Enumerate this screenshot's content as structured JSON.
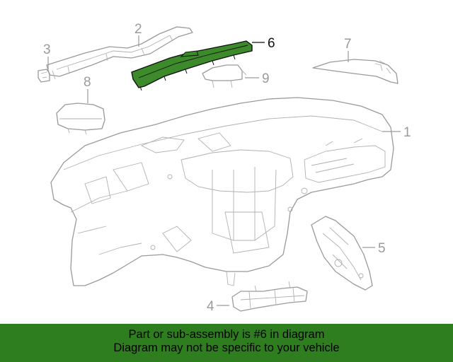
{
  "diagram": {
    "callouts": [
      {
        "id": "1",
        "label": "1"
      },
      {
        "id": "2",
        "label": "2"
      },
      {
        "id": "3",
        "label": "3"
      },
      {
        "id": "4",
        "label": "4"
      },
      {
        "id": "5",
        "label": "5"
      },
      {
        "id": "6",
        "label": "6"
      },
      {
        "id": "7",
        "label": "7"
      },
      {
        "id": "8",
        "label": "8"
      },
      {
        "id": "9",
        "label": "9"
      }
    ],
    "highlighted_part": "6",
    "colors": {
      "highlight_fill": "#3c8a2a",
      "highlight_stroke": "#111111",
      "line": "#9a9a9a",
      "caption_bg": "#2e7d1e"
    }
  },
  "caption": {
    "line1": "Part or sub-assembly is #6 in diagram",
    "line2": "Diagram may not be specific to your vehicle"
  }
}
